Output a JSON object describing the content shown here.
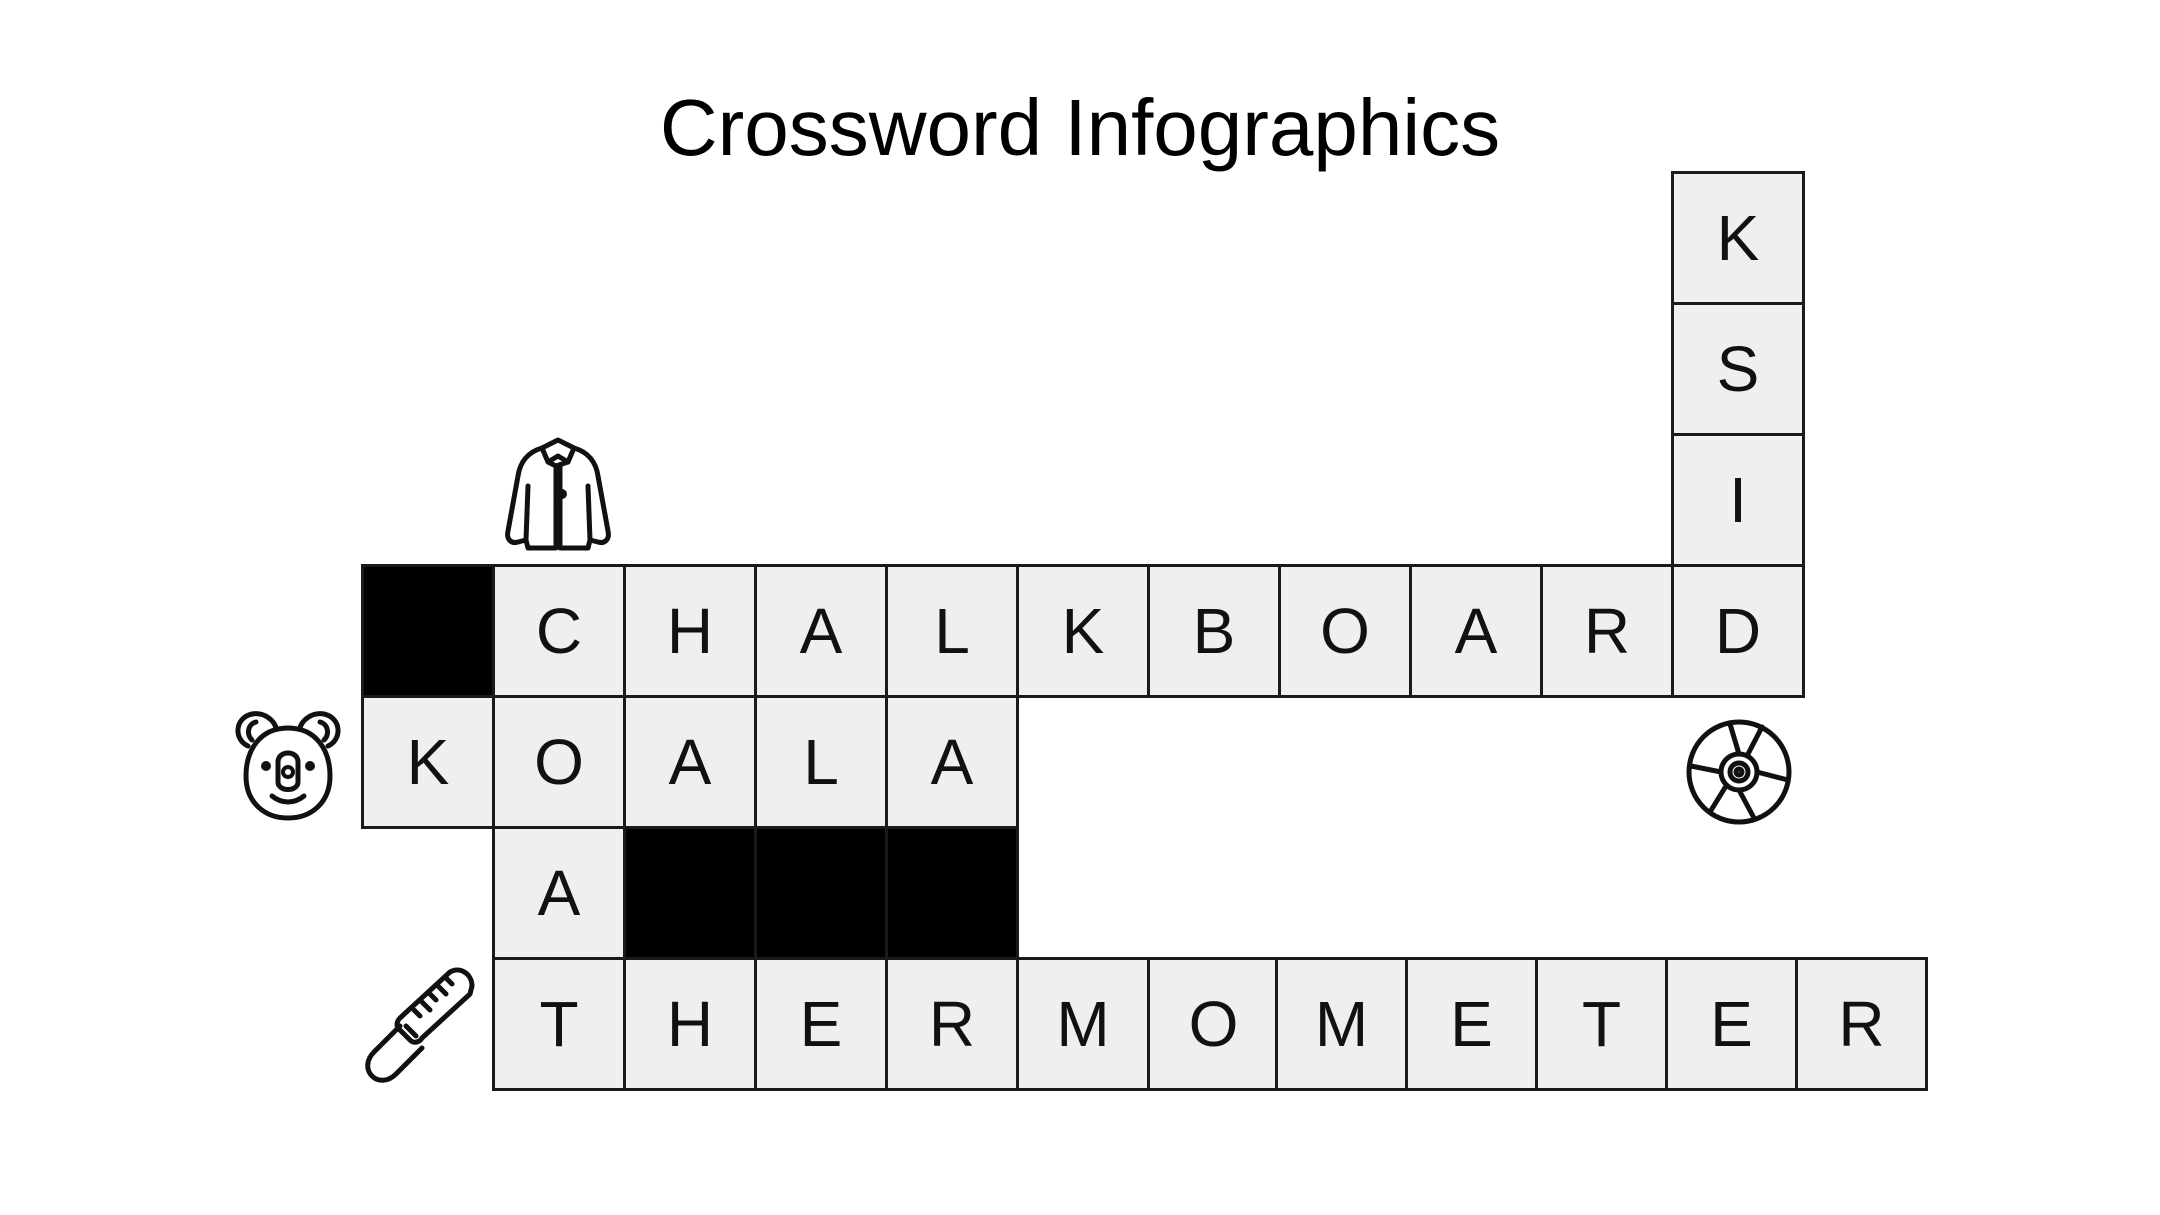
{
  "title": "Crossword Infographics",
  "words": [
    {
      "word": "KSID",
      "direction": "down",
      "clue_icon": "disc-icon"
    },
    {
      "word": "CHALKBOARD",
      "direction": "across",
      "clue_icon": "coat-icon"
    },
    {
      "word": "KOALA",
      "direction": "across",
      "clue_icon": "koala-icon"
    },
    {
      "word": "THERMOMETER",
      "direction": "across",
      "clue_icon": "thermometer-icon"
    }
  ],
  "cells": [
    {
      "letter": "K"
    },
    {
      "letter": "S"
    },
    {
      "letter": "I"
    },
    {
      "letter": "",
      "black": true
    },
    {
      "letter": "C"
    },
    {
      "letter": "H"
    },
    {
      "letter": "A"
    },
    {
      "letter": "L"
    },
    {
      "letter": "K"
    },
    {
      "letter": "B"
    },
    {
      "letter": "O"
    },
    {
      "letter": "A"
    },
    {
      "letter": "R"
    },
    {
      "letter": "D"
    },
    {
      "letter": "K"
    },
    {
      "letter": "O"
    },
    {
      "letter": "A"
    },
    {
      "letter": "L"
    },
    {
      "letter": "A"
    },
    {
      "letter": "A"
    },
    {
      "letter": "",
      "black": true
    },
    {
      "letter": "",
      "black": true
    },
    {
      "letter": "",
      "black": true
    },
    {
      "letter": "T"
    },
    {
      "letter": "H"
    },
    {
      "letter": "E"
    },
    {
      "letter": "R"
    },
    {
      "letter": "M"
    },
    {
      "letter": "O"
    },
    {
      "letter": "M"
    },
    {
      "letter": "E"
    },
    {
      "letter": "T"
    },
    {
      "letter": "E"
    },
    {
      "letter": "R"
    }
  ],
  "colors": {
    "cell_fill": "#efefef",
    "black_cell": "#000000",
    "border": "#1a1a1a",
    "text": "#111111"
  }
}
